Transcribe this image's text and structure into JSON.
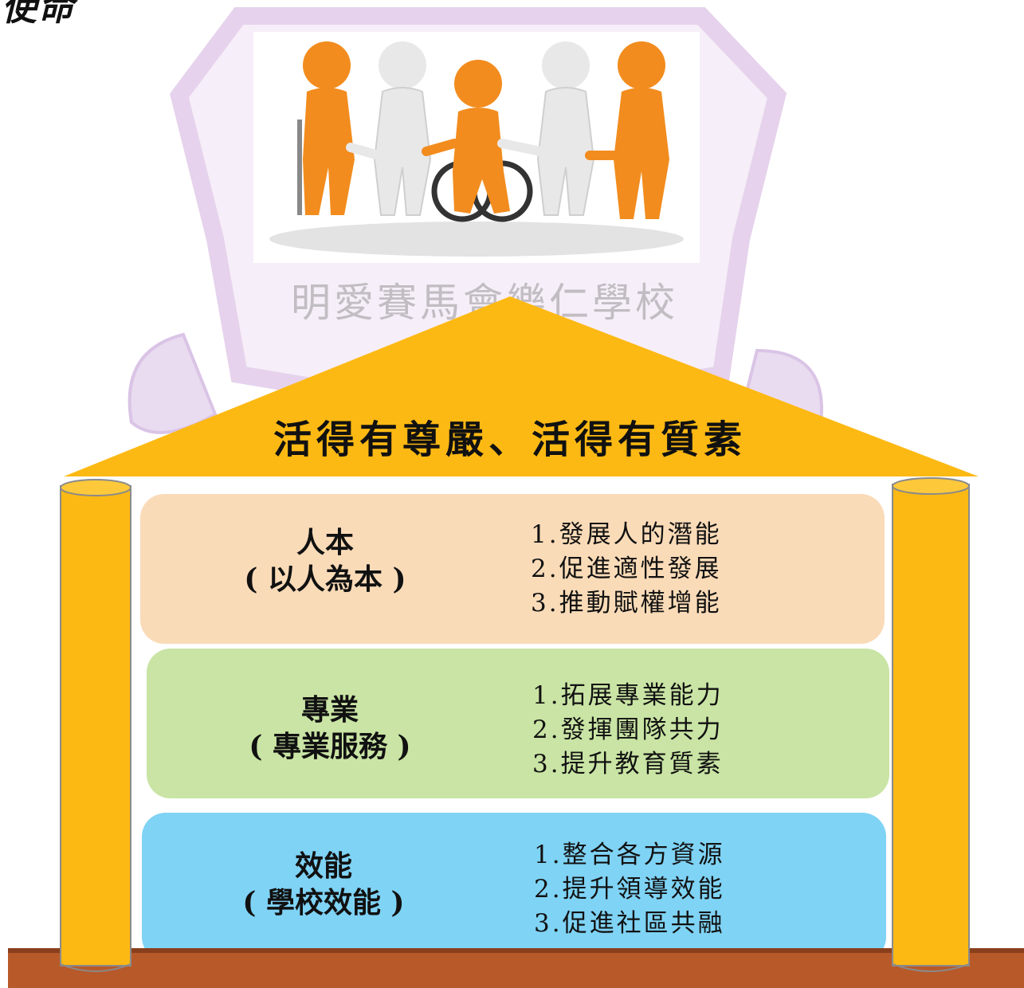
{
  "page": {
    "title": "使命"
  },
  "emblem": {
    "school_name": "明愛賽馬會樂仁學校",
    "illustration": "people-holding-hands-icon",
    "colors": {
      "border": "#e6d2ec",
      "figure_orange": "#f28c1e",
      "figure_white": "#e8e8e8"
    }
  },
  "roof": {
    "motto": "活得有尊嚴、活得有質素",
    "color": "#fdb913"
  },
  "bands": [
    {
      "heading": "人本",
      "subheading": "( 以人為本 )",
      "color": "#fadbb8",
      "points": [
        "1.發展人的潛能",
        "2.促進適性發展",
        "3.推動賦權增能"
      ]
    },
    {
      "heading": "專業",
      "subheading": "( 專業服務 )",
      "color": "#c9e4a4",
      "points": [
        "1.拓展專業能力",
        "2.發揮團隊共力",
        "3.提升教育質素"
      ]
    },
    {
      "heading": "效能",
      "subheading": "( 學校效能 )",
      "color": "#7fd3f5",
      "points": [
        "1.整合各方資源",
        "2.提升領導效能",
        "3.促進社區共融"
      ]
    }
  ],
  "structure": {
    "pillar_color": "#fdb913",
    "ground_color": "#b8592a"
  }
}
